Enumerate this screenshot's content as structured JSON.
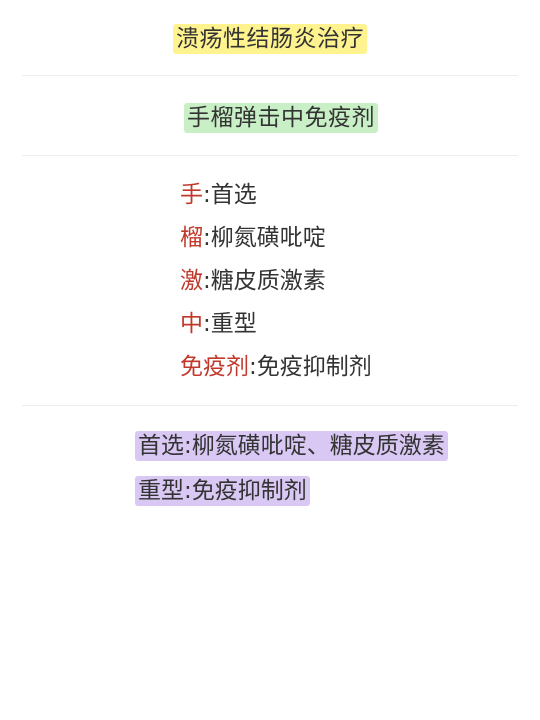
{
  "title": "溃疡性结肠炎治疗",
  "mnemonic": "手榴弹击中免疫剂",
  "items": [
    {
      "key": "手",
      "value": "首选"
    },
    {
      "key": "榴",
      "value": "柳氮磺吡啶"
    },
    {
      "key": "激",
      "value": "糖皮质激素"
    },
    {
      "key": "中",
      "value": "重型"
    },
    {
      "key": "免疫剂",
      "value": "免疫抑制剂"
    }
  ],
  "separator": ":",
  "summary": [
    "首选:柳氮磺吡啶、糖皮质激素",
    "重型:免疫抑制剂"
  ],
  "colors": {
    "title_highlight": "#fef38f",
    "mnemonic_highlight": "#c8efc6",
    "summary_highlight": "#d9c8f3",
    "key_text": "#c0392b"
  }
}
